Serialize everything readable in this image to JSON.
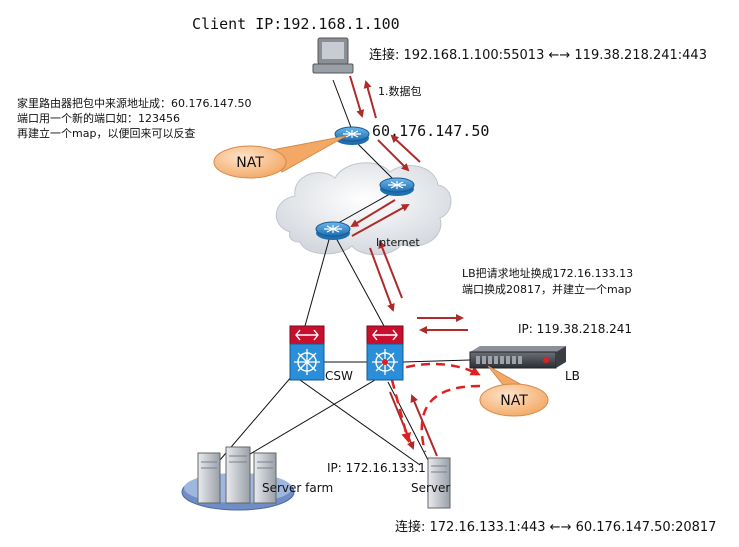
{
  "client": {
    "ip_label": "Client IP:192.168.1.100",
    "connection": "连接: 192.168.1.100:55013 ←→ 119.38.218.241:443",
    "packet_label": "1.数据包"
  },
  "home_router": {
    "note_lines": [
      "家里路由器把包中来源地址成：60.176.147.50",
      "端口用一个新的端口如：123456",
      "再建立一个map，以便回来可以反查"
    ],
    "public_ip": "60.176.147.50",
    "nat_label": "NAT"
  },
  "internet": {
    "label": "Internet"
  },
  "lb": {
    "note_lines": [
      "LB把请求地址换成172.16.133.13",
      "端口换成20817，并建立一个map"
    ],
    "ip_label": "IP: 119.38.218.241",
    "device_label": "LB",
    "nat_label": "NAT"
  },
  "csw": {
    "label": "CSW"
  },
  "server": {
    "ip_label": "IP: 172.16.133.1",
    "label": "Server",
    "connection": "连接: 172.16.133.1:443 ←→ 60.176.147.50:20817"
  },
  "server_farm": {
    "label": "Server farm"
  },
  "colors": {
    "arrow_red": "#b02a2a",
    "dash_red": "#e02020",
    "nat_fill": "#f7c08f",
    "router_blue": "#3a8fd0",
    "switch_red": "#c8102e",
    "switch_blue": "#2a8fd8"
  }
}
